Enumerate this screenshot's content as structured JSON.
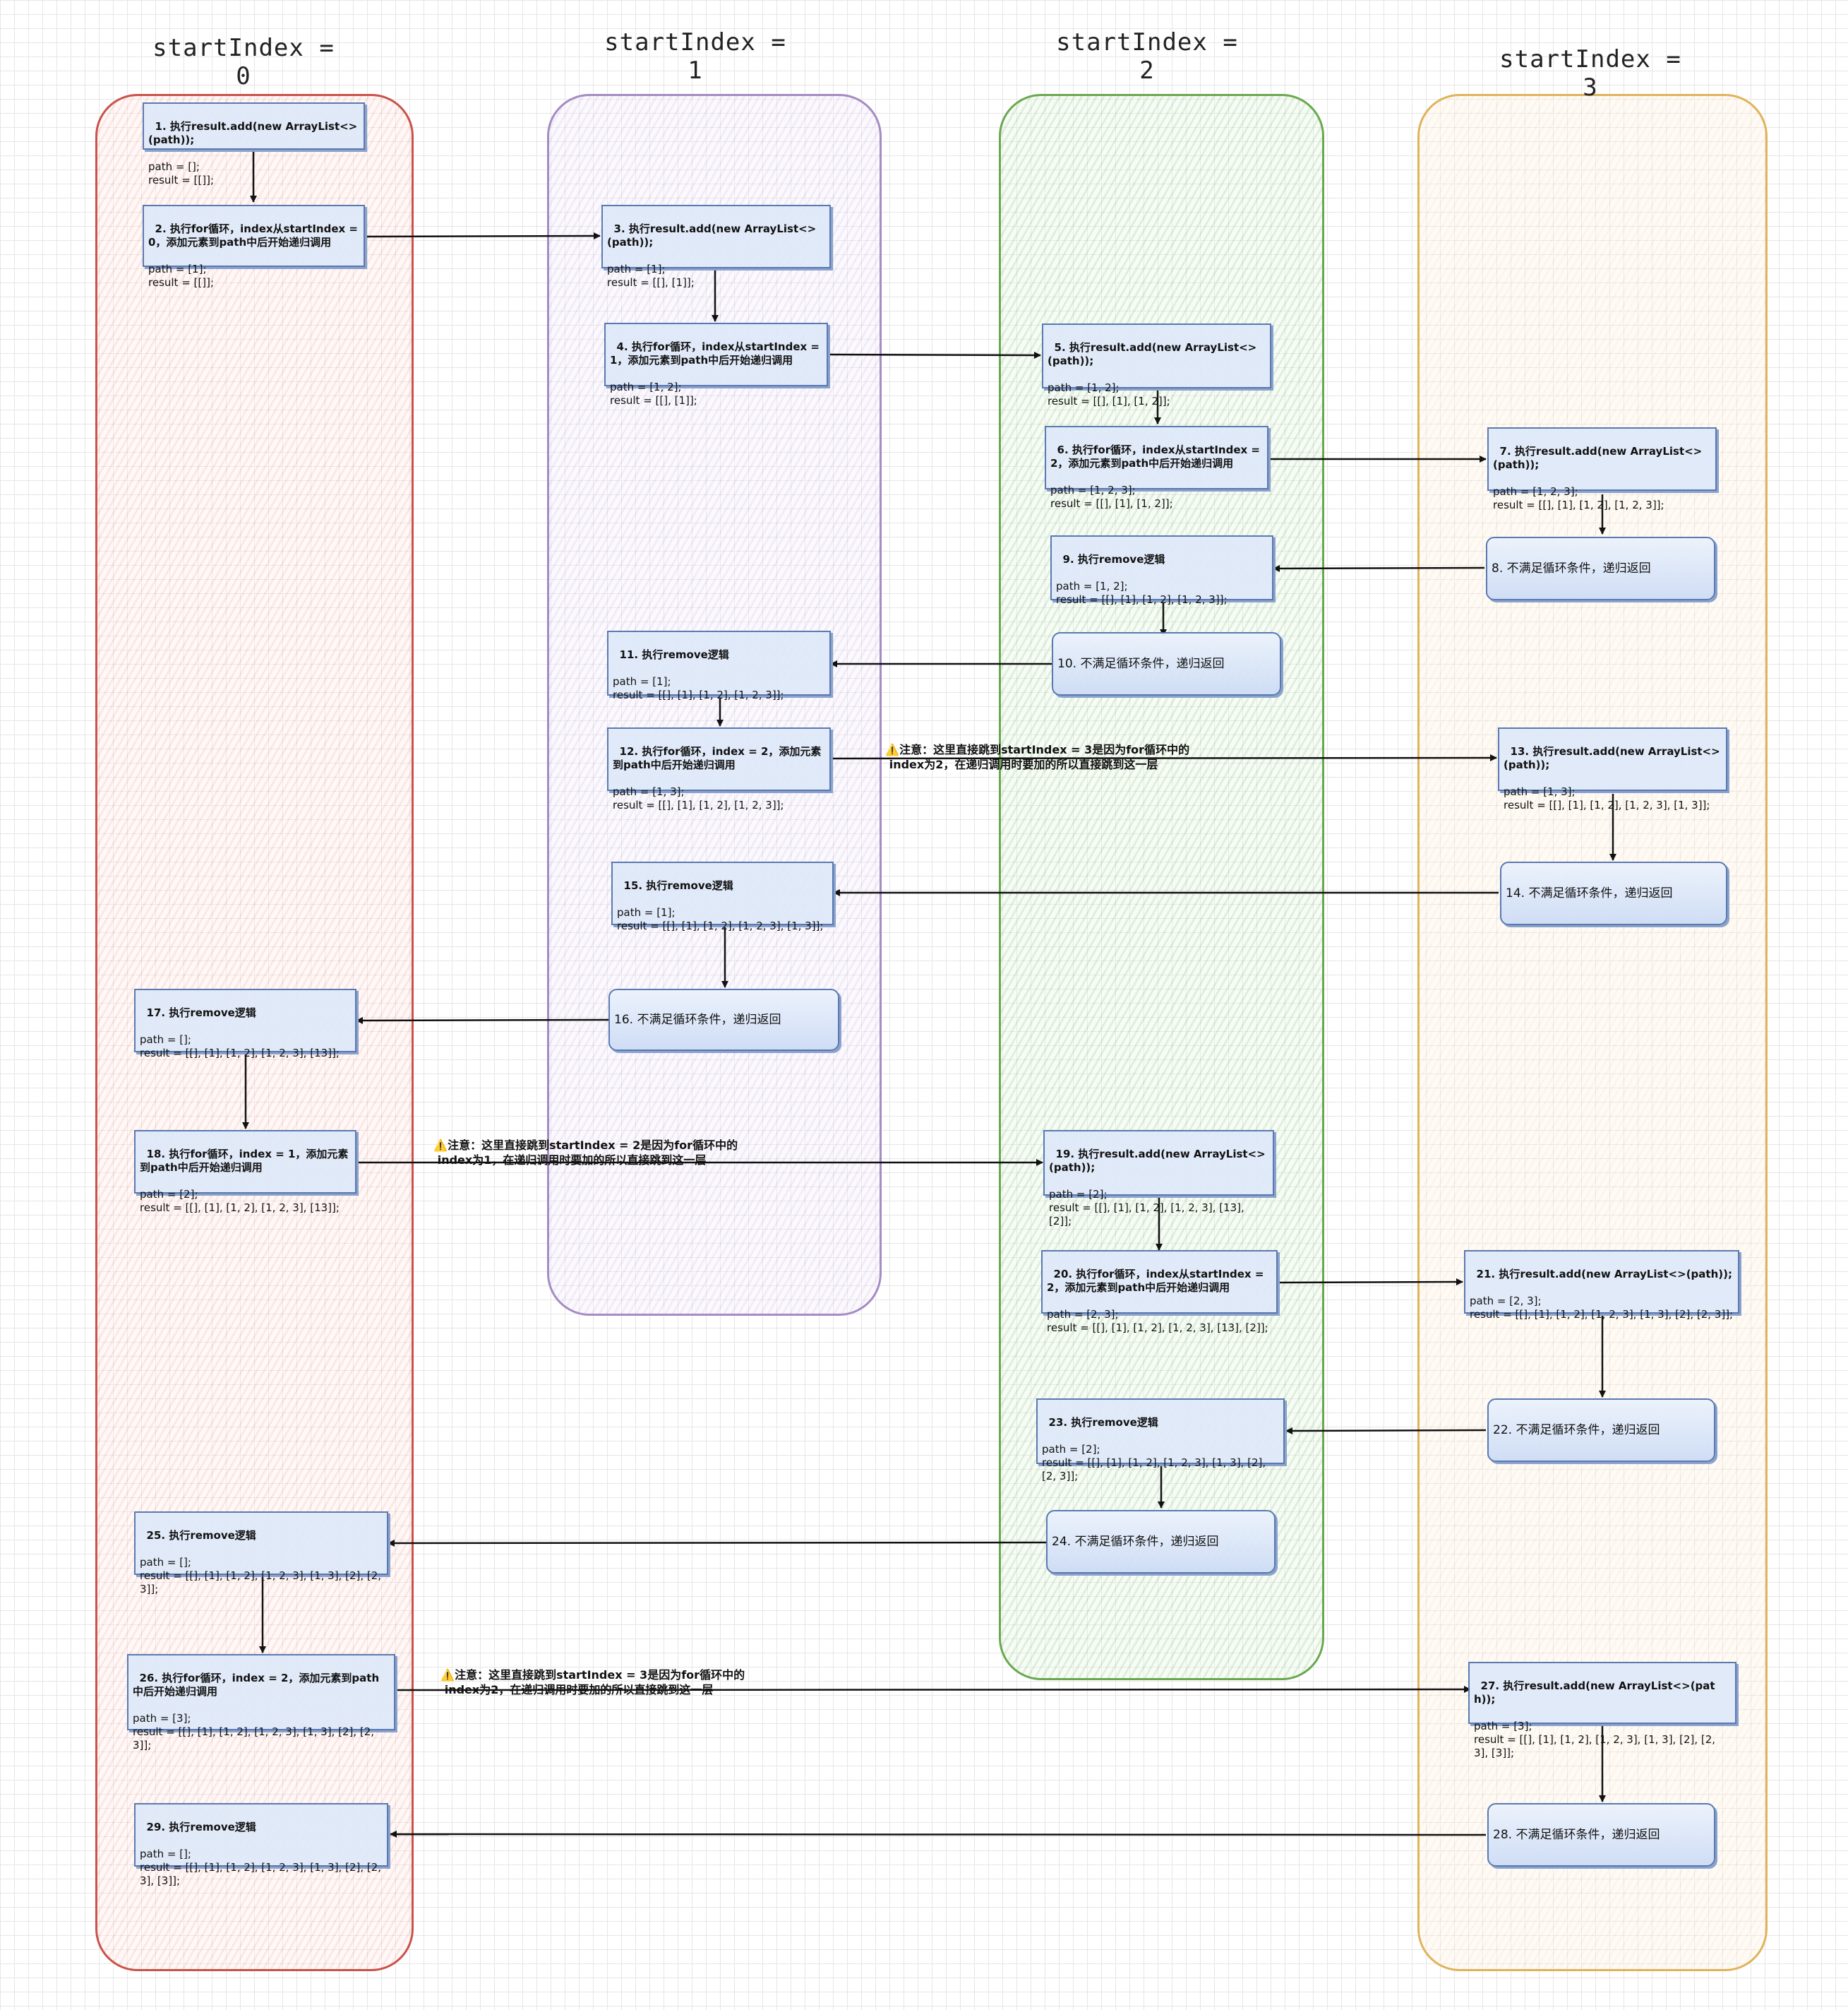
{
  "lanes": [
    {
      "title": "startIndex = 0",
      "color": "#c9524a"
    },
    {
      "title": "startIndex = 1",
      "color": "#a58bc4"
    },
    {
      "title": "startIndex = 2",
      "color": "#6aa84f"
    },
    {
      "title": "startIndex = 3",
      "color": "#e0b35a"
    }
  ],
  "nodes": {
    "n1": {
      "title": "1. 执行result.add(new ArrayList<>(path));",
      "body": "path = [];\nresult = [[]];"
    },
    "n2": {
      "title": "2. 执行for循环，index从startIndex = 0，添加元素到path中后开始递归调用",
      "body": "path = [1];\nresult = [[]];"
    },
    "n3": {
      "title": "3. 执行result.add(new ArrayList<>(path));",
      "body": "path = [1];\nresult = [[], [1]];"
    },
    "n4": {
      "title": "4. 执行for循环，index从startIndex = 1，添加元素到path中后开始递归调用",
      "body": "path = [1, 2];\nresult = [[], [1]];"
    },
    "n5": {
      "title": "5. 执行result.add(new ArrayList<>(path));",
      "body": "path = [1, 2];\nresult = [[], [1], [1, 2]];"
    },
    "n6": {
      "title": "6. 执行for循环，index从startIndex = 2，添加元素到path中后开始递归调用",
      "body": "path = [1, 2, 3];\nresult = [[], [1], [1, 2]];"
    },
    "n7": {
      "title": "7. 执行result.add(new ArrayList<>(path));",
      "body": "path = [1, 2, 3];\nresult = [[], [1], [1, 2], [1, 2, 3]];"
    },
    "n8": {
      "title": "8. 不满足循环条件，递归返回",
      "body": ""
    },
    "n9": {
      "title": "9. 执行remove逻辑",
      "body": "path = [1, 2];\nresult = [[], [1], [1, 2], [1, 2, 3]];"
    },
    "n10": {
      "title": "10. 不满足循环条件，递归返回",
      "body": ""
    },
    "n11": {
      "title": "11. 执行remove逻辑",
      "body": "path = [1];\nresult = [[], [1], [1, 2], [1, 2, 3]];"
    },
    "n12": {
      "title": "12. 执行for循环，index = 2，添加元素到path中后开始递归调用",
      "body": "path = [1, 3];\nresult = [[], [1], [1, 2], [1, 2, 3]];"
    },
    "n13": {
      "title": "13. 执行result.add(new ArrayList<>(path));",
      "body": "path = [1, 3];\nresult = [[], [1], [1, 2], [1, 2, 3], [1, 3]];"
    },
    "n14": {
      "title": "14. 不满足循环条件，递归返回",
      "body": ""
    },
    "n15": {
      "title": "15. 执行remove逻辑",
      "body": "path = [1];\nresult = [[], [1], [1, 2], [1, 2, 3], [1, 3]];"
    },
    "n16": {
      "title": "16. 不满足循环条件，递归返回",
      "body": ""
    },
    "n17": {
      "title": "17. 执行remove逻辑",
      "body": "path = [];\nresult = [[], [1], [1, 2], [1, 2, 3], [13]];"
    },
    "n18": {
      "title": "18. 执行for循环，index = 1，添加元素到path中后开始递归调用",
      "body": "path = [2];\nresult = [[], [1], [1, 2], [1, 2, 3], [13]];"
    },
    "n19": {
      "title": "19. 执行result.add(new ArrayList<>(path));",
      "body": "path = [2];\nresult = [[], [1], [1, 2], [1, 2, 3], [13], [2]];"
    },
    "n20": {
      "title": "20. 执行for循环，index从startIndex = 2，添加元素到path中后开始递归调用",
      "body": "path = [2, 3];\nresult = [[], [1], [1, 2], [1, 2, 3], [13], [2]];"
    },
    "n21": {
      "title": "21. 执行result.add(new ArrayList<>(path));",
      "body": "path = [2, 3];\nresult = [[], [1], [1, 2], [1, 2, 3], [1, 3], [2], [2, 3]];"
    },
    "n22": {
      "title": "22. 不满足循环条件，递归返回",
      "body": ""
    },
    "n23": {
      "title": "23. 执行remove逻辑",
      "body": "path = [2];\nresult = [[], [1], [1, 2], [1, 2, 3], [1, 3], [2], [2, 3]];"
    },
    "n24": {
      "title": "24. 不满足循环条件，递归返回",
      "body": ""
    },
    "n25": {
      "title": "25. 执行remove逻辑",
      "body": "path = [];\nresult = [[], [1], [1, 2], [1, 2, 3], [1, 3], [2], [2, 3]];"
    },
    "n26": {
      "title": "26. 执行for循环，index = 2，添加元素到path中后开始递归调用",
      "body": "path = [3];\nresult = [[], [1], [1, 2], [1, 2, 3], [1, 3], [2], [2, 3]];"
    },
    "n27": {
      "title": "27. 执行result.add(new ArrayList<>(path));",
      "body": "path = [3];\nresult = [[], [1], [1, 2], [1, 2, 3], [1, 3], [2], [2, 3], [3]];"
    },
    "n28": {
      "title": "28. 不满足循环条件，递归返回",
      "body": ""
    },
    "n29": {
      "title": "29. 执行remove逻辑",
      "body": "path = [];\nresult = [[], [1], [1, 2], [1, 2, 3], [1, 3], [2], [2, 3], [3]];"
    }
  },
  "notes": [
    {
      "icon": "⚠️",
      "text": "注意：这里直接跳到startIndex = 3是因为for循环中的\n   index为2，在递归调用时要加的所以直接跳到这一层"
    },
    {
      "icon": "⚠️",
      "text": "注意：这里直接跳到startIndex = 2是因为for循环中的\n   index为1，在递归调用时要加的所以直接跳到这一层"
    },
    {
      "icon": "⚠️",
      "text": "注意：这里直接跳到startIndex = 3是因为for循环中的\n   index为2，在递归调用时要加的所以直接跳到这一层"
    }
  ]
}
